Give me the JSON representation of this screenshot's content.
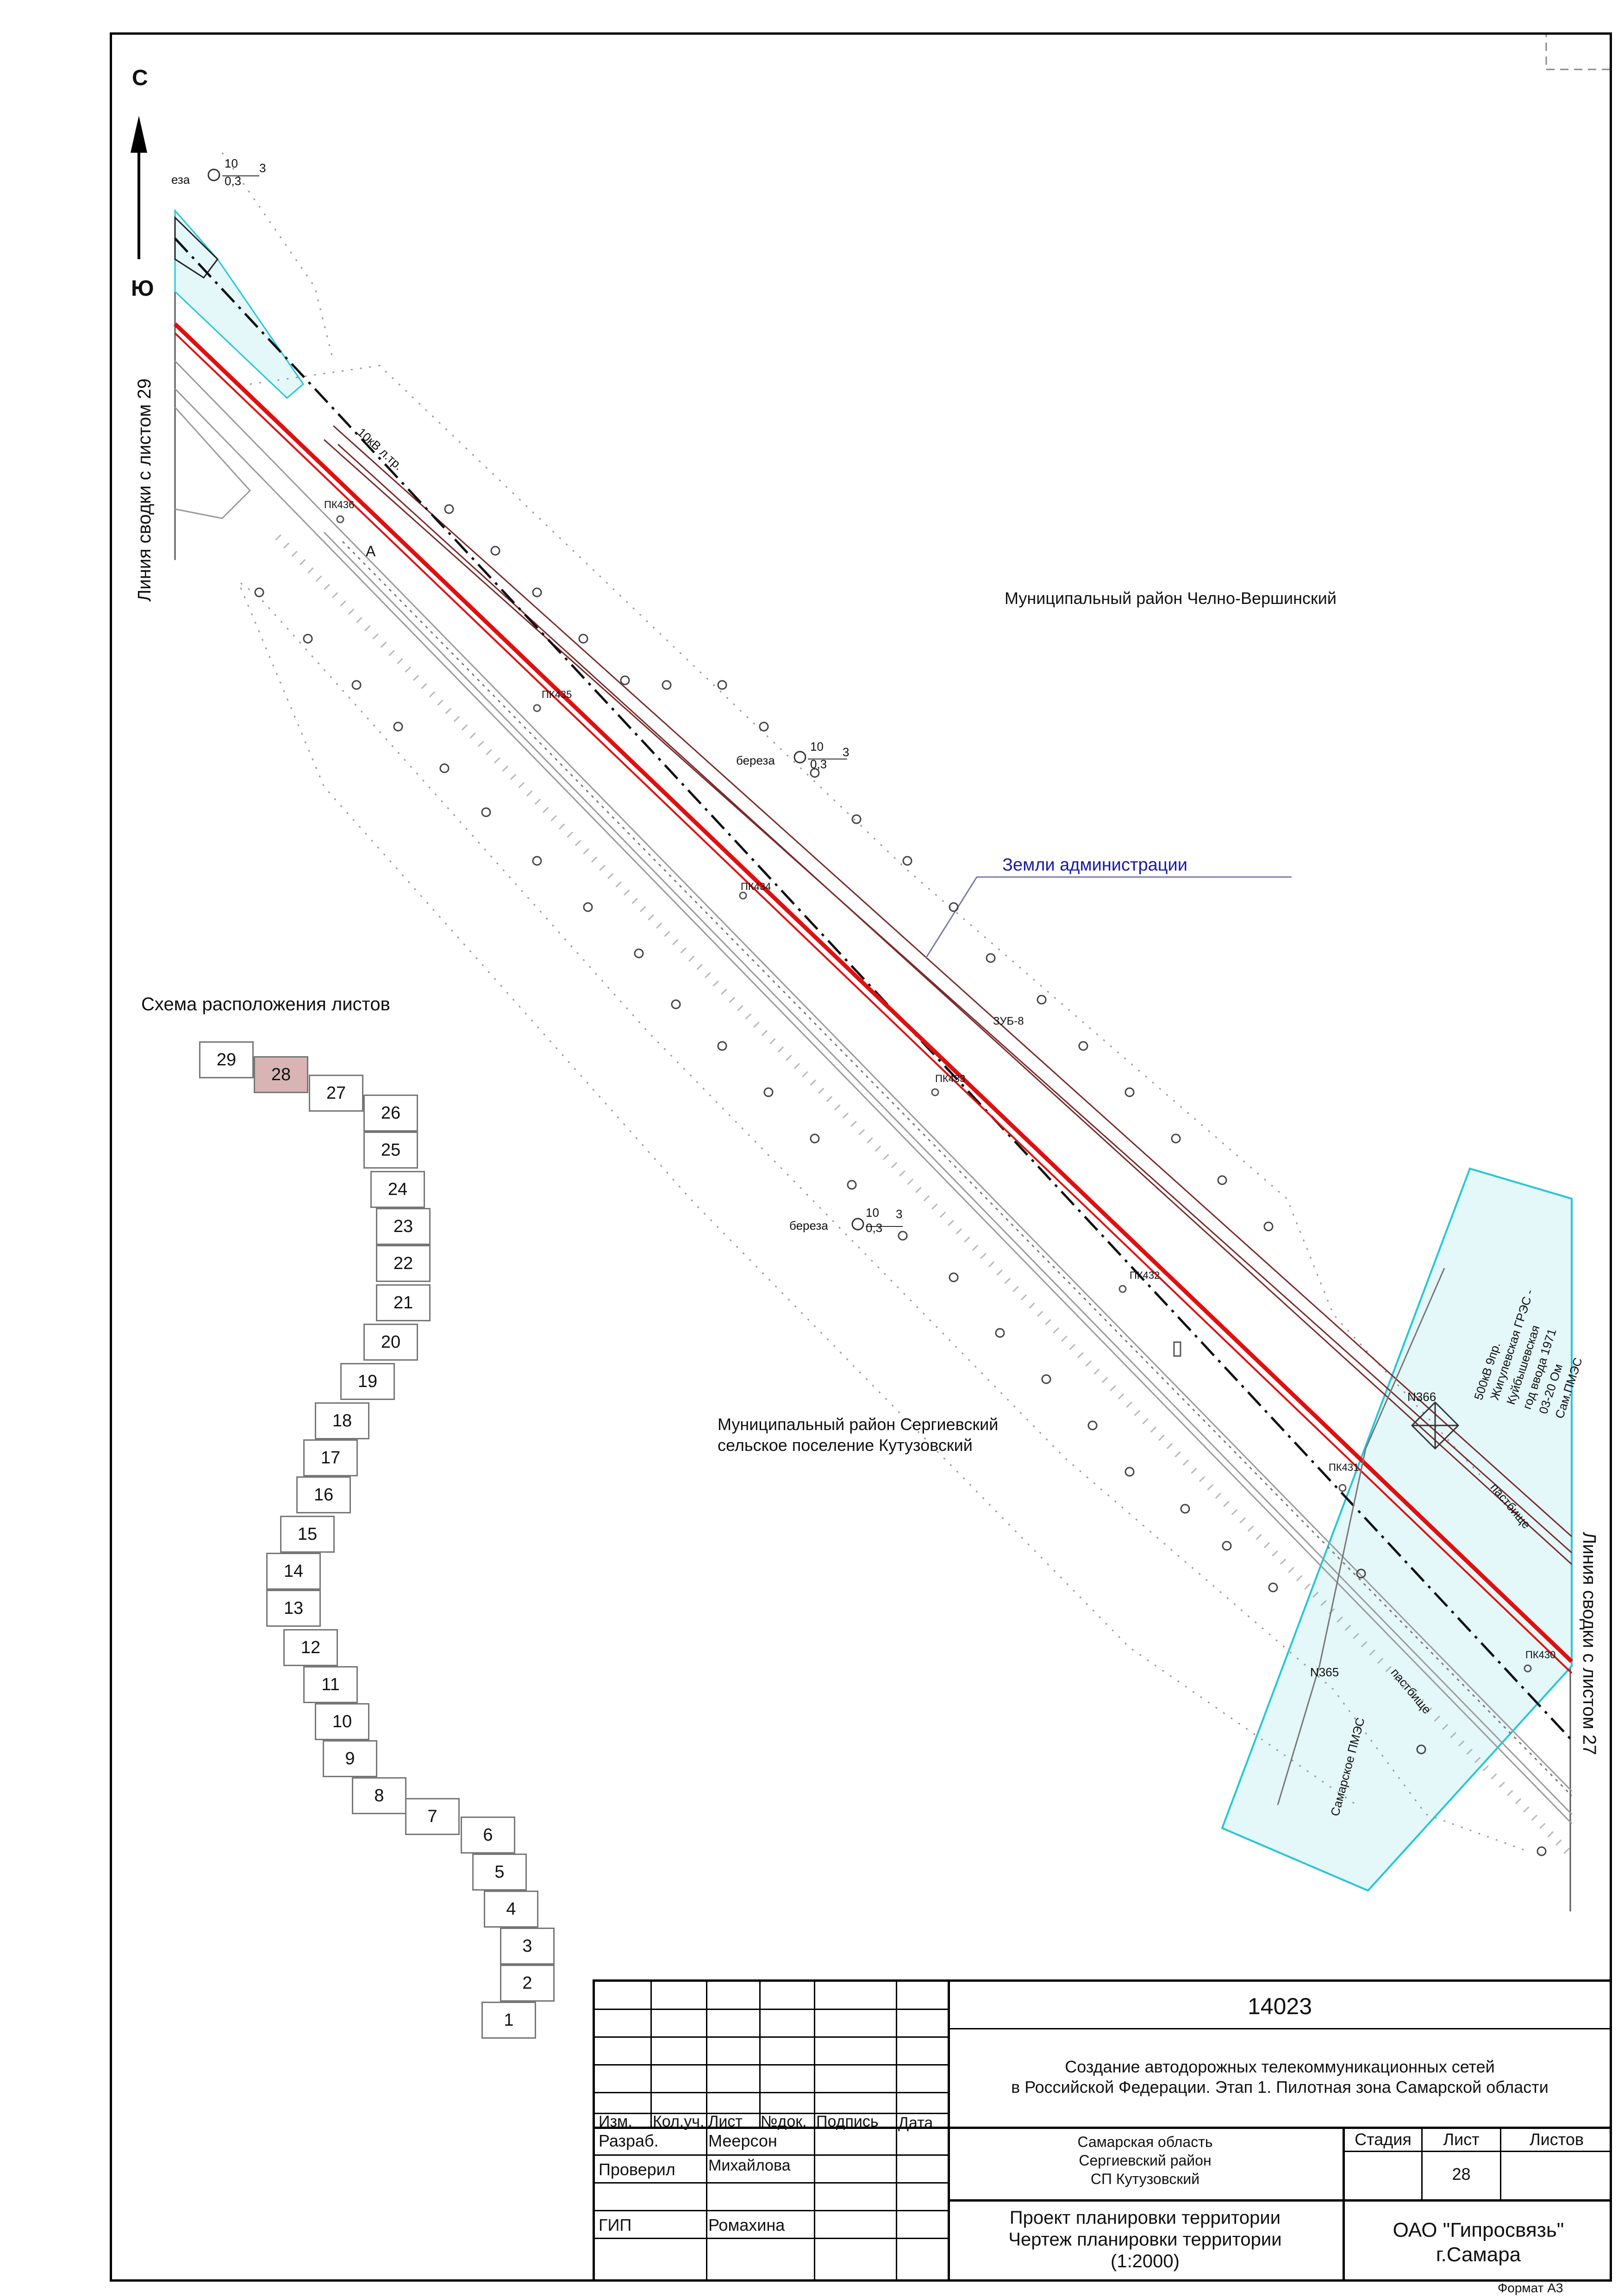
{
  "compass": {
    "north": "С",
    "south": "Ю"
  },
  "match_lines": {
    "left": "Линия сводки с листом 29",
    "right": "Линия сводки с листом 27"
  },
  "map_labels": {
    "district_north": "Муниципальный район Челно-Вершинский",
    "district_south_line1": "Муниципальный район Сергиевский",
    "district_south_line2": "сельское поселение Кутузовский",
    "admin_lands": "Земли администрации",
    "road": "А",
    "tree_label": "береза",
    "tree_cut_label": "еза",
    "tree_nums": {
      "height": "10",
      "diameter": "0,3",
      "count": "3"
    },
    "zub": "ЗУБ-8",
    "cable_line": "10кВ л.тр.",
    "pasture": "пастбище",
    "pole_n366": "N366",
    "pole_n365": "N365",
    "power_line_note": [
      "500кВ 9пр.",
      "Жигулевская ГРЭС -",
      "Куйбышевская",
      "год ввода 1971",
      "03-20 Ом",
      "Сам.ПМЭС"
    ],
    "samara_pmes": "Самарское ПМЭС"
  },
  "pickets": [
    "ПК436",
    "ПК435",
    "ПК434",
    "ПК433",
    "ПК432",
    "ПК431",
    "ПК430"
  ],
  "sheet_layout": {
    "title": "Схема расположения листов",
    "active": "28",
    "sheets": [
      "29",
      "28",
      "27",
      "26",
      "25",
      "24",
      "23",
      "22",
      "21",
      "20",
      "19",
      "18",
      "17",
      "16",
      "15",
      "14",
      "13",
      "12",
      "11",
      "10",
      "9",
      "8",
      "7",
      "6",
      "5",
      "4",
      "3",
      "2",
      "1"
    ]
  },
  "title_block": {
    "project_code": "14023",
    "project_title_line1": "Создание автодорожных телекоммуникационных сетей",
    "project_title_line2": "в Российской Федерации. Этап 1. Пилотная зона Самарской области",
    "columns": {
      "izm": "Изм.",
      "kolvo": "Кол.уч.",
      "list": "Лист",
      "ndok": "№док.",
      "podpis": "Подпись",
      "data": "Дата"
    },
    "roles": [
      {
        "role": "Разраб.",
        "name": "Меерсон"
      },
      {
        "role": "Проверил",
        "name": "Михайлова"
      },
      {
        "role": "ГИП",
        "name": "Ромахина"
      }
    ],
    "location_line1": "Самарская область",
    "location_line2": "Сергиевский район",
    "location_line3": "СП Кутузовский",
    "stage_label": "Стадия",
    "sheet_label": "Лист",
    "sheets_label": "Листов",
    "sheet_number": "28",
    "drawing_line1": "Проект планировки территории",
    "drawing_line2": "Чертеж планировки территории",
    "drawing_line3": "(1:2000)",
    "org_line1": "ОАО \"Гипросвязь\"",
    "org_line2": "г.Самара"
  },
  "format": "Формат А3",
  "colors": {
    "road_red": "#e01010",
    "admin_brown": "#7a2a2a",
    "zone_cyan": "#25c7d6",
    "admin_text_blue": "#1a1aa8",
    "active_sheet": "#d8b4b4"
  }
}
